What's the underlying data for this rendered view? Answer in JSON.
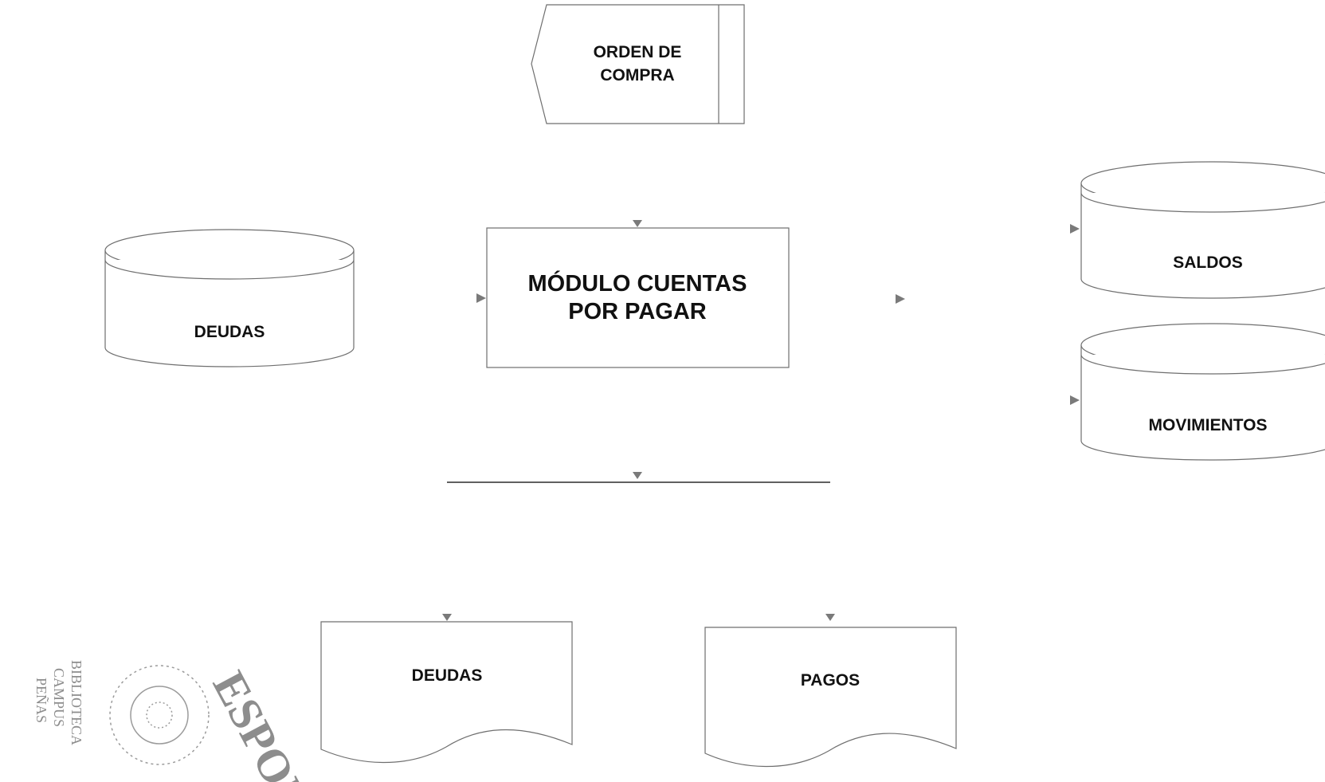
{
  "diagram": {
    "input_document": {
      "line1": "ORDEN DE",
      "line2": "COMPRA"
    },
    "process": {
      "line1": "MÓDULO CUENTAS",
      "line2": "POR PAGAR"
    },
    "stores": {
      "input": "DEUDAS",
      "saldos": "SALDOS",
      "movimientos": "MOVIMIENTOS"
    },
    "outputs": {
      "report_deudas": "DEUDAS",
      "report_pagos": "PAGOS"
    }
  },
  "stamp": {
    "lines": [
      "BIBLIOTECA",
      "CAMPUS",
      "PEÑAS"
    ],
    "logo_text": "ESPOL"
  }
}
